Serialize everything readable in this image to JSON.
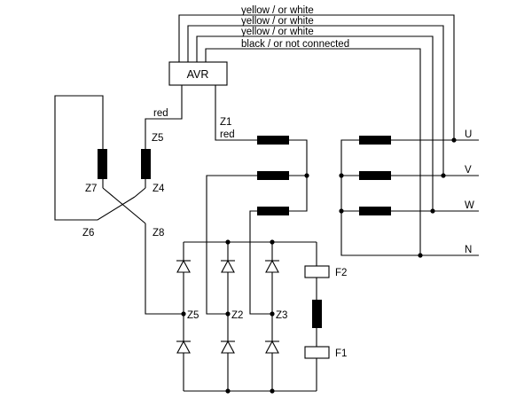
{
  "wire_labels": {
    "top_1": "yellow / or white",
    "top_2": "yellow / or white",
    "top_3": "yellow / or white",
    "top_4": "black / or not connected"
  },
  "avr_label": "AVR",
  "terminal_labels": {
    "red_left": "red",
    "z1": "Z1",
    "red_right": "red",
    "z5_top": "Z5",
    "z7": "Z7",
    "z4": "Z4",
    "z6": "Z6",
    "z8": "Z8",
    "z5_bottom": "Z5",
    "z2": "Z2",
    "z3": "Z3",
    "f2": "F2",
    "f1": "F1"
  },
  "output_labels": {
    "u": "U",
    "v": "V",
    "w": "W",
    "n": "N"
  }
}
